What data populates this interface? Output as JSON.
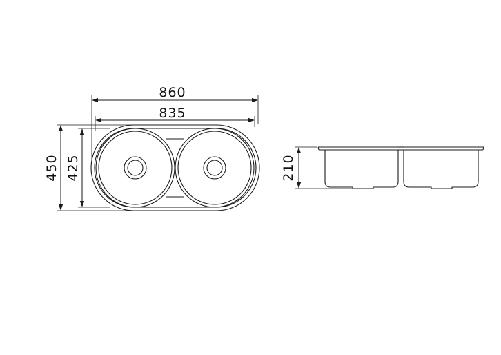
{
  "dimensions": {
    "overall_width": "860",
    "inner_width": "835",
    "overall_depth": "450",
    "inner_depth": "425",
    "height": "210"
  },
  "colors": {
    "line": "#1a1a1a",
    "background": "#ffffff"
  }
}
